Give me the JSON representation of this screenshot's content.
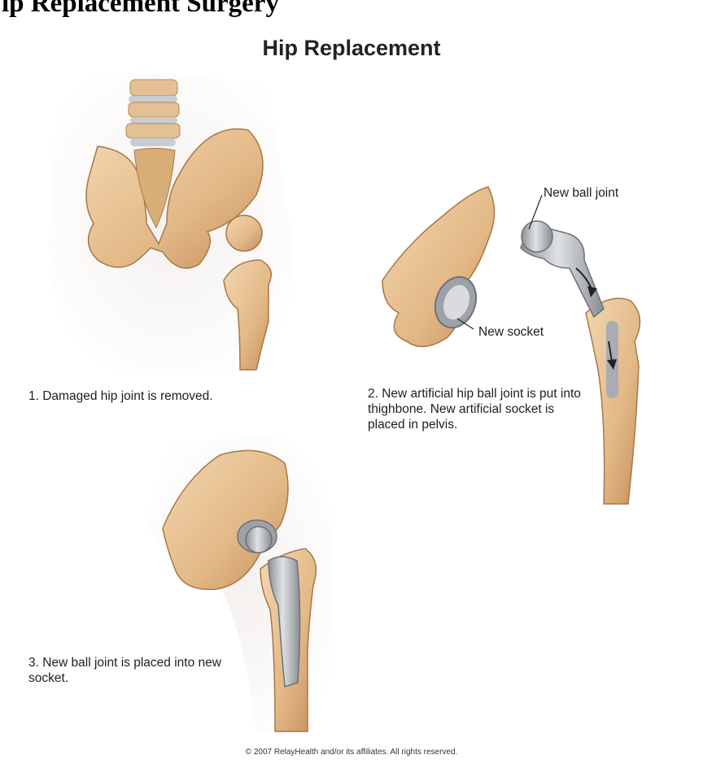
{
  "header": {
    "text": "ip Replacement Surgery"
  },
  "title": "Hip Replacement",
  "steps": [
    {
      "text": "1. Damaged hip joint is removed."
    },
    {
      "text": "2. New artificial hip ball joint is put into thighbone. New artificial socket is placed in pelvis."
    },
    {
      "text": "3. New ball joint is placed into new socket."
    }
  ],
  "labels": {
    "ball_joint": "New ball joint",
    "socket": "New socket"
  },
  "footer": "© 2007 RelayHealth and/or its affiliates.  All rights reserved.",
  "colors": {
    "bone": "#e7c496",
    "bone_shadow": "#c8955f",
    "implant": "#b9bcc1",
    "skin": "#efe9e6"
  }
}
